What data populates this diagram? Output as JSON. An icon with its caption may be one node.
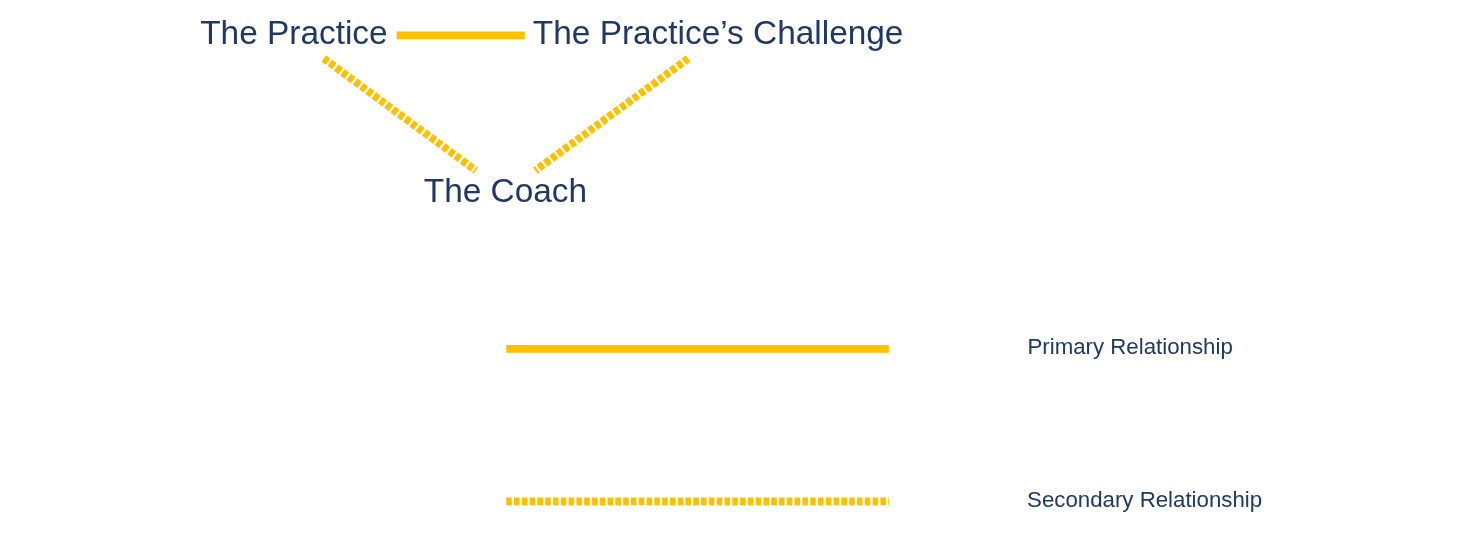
{
  "diagram": {
    "nodes": [
      {
        "text": [
          "The Practice"
        ]
      },
      {
        "text": [
          "The Practice’s Challenge"
        ]
      },
      {
        "text": [
          "The Coach"
        ]
      }
    ],
    "edges": [
      {
        "from": 0,
        "to": 1,
        "arrow": "none"
      },
      {
        "from": 0,
        "to": 2,
        "arrow": "none",
        "style": "dashed"
      },
      {
        "from": 1,
        "to": 2,
        "arrow": "none",
        "style": "dashed"
      }
    ],
    "legend": [
      {
        "text": "Primary Relationship"
      },
      {
        "text": "Secondary Relationship"
      }
    ]
  }
}
